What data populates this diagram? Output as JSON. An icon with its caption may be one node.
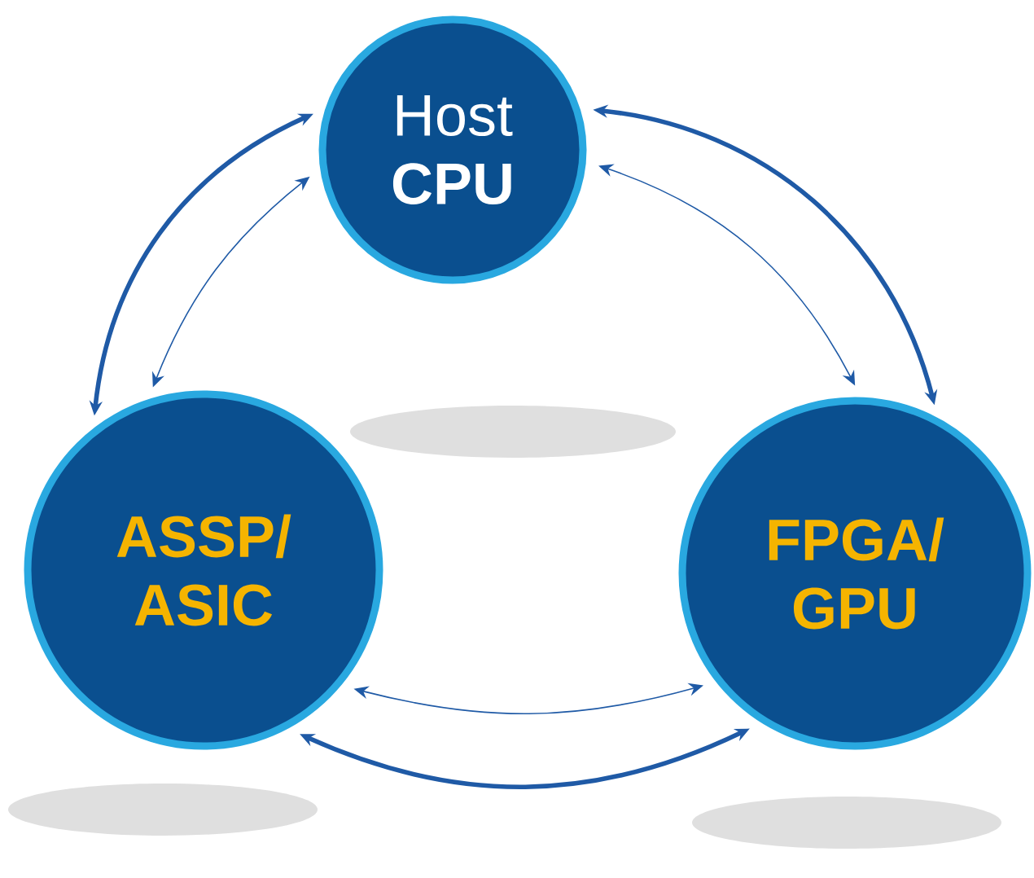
{
  "diagram": {
    "nodes": [
      {
        "text": [
          "Host **CPU**"
        ]
      },
      {
        "text": [
          "ASSP/ ASIC"
        ]
      },
      {
        "text": [
          "FPGA/ GPU"
        ]
      }
    ],
    "edges": [
      {
        "from": 1,
        "to": 0,
        "arrow": "both",
        "style": "thick"
      },
      {
        "from": 1,
        "to": 0,
        "arrow": "both"
      },
      {
        "from": 0,
        "to": 2,
        "arrow": "both",
        "style": "thick"
      },
      {
        "from": 0,
        "to": 2,
        "arrow": "both"
      },
      {
        "from": 2,
        "to": 1,
        "arrow": "both",
        "style": "thick"
      },
      {
        "from": 2,
        "to": 1,
        "arrow": "both"
      }
    ]
  }
}
